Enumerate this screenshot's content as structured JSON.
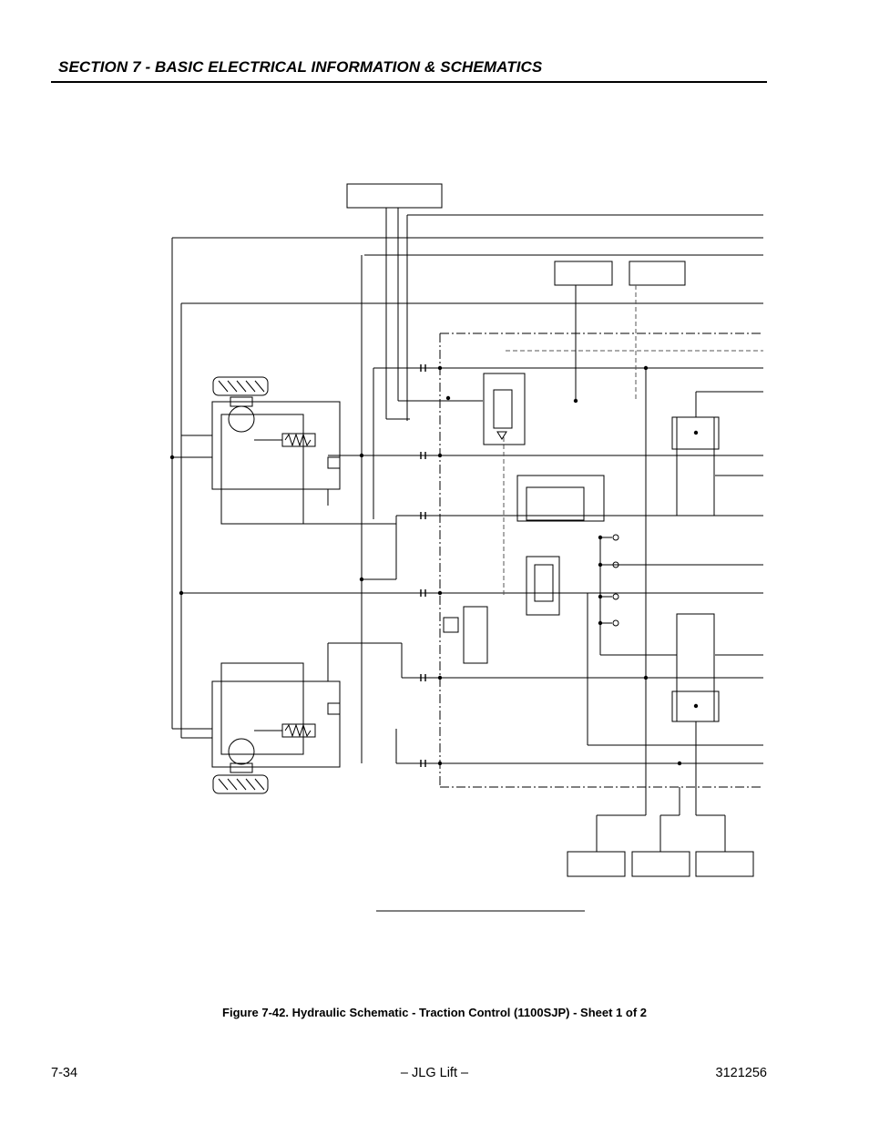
{
  "header": {
    "section_title": "SECTION 7 - BASIC ELECTRICAL INFORMATION & SCHEMATICS"
  },
  "figure": {
    "caption": "Figure 7-42.  Hydraulic Schematic - Traction Control (1100SJP) - Sheet 1 of 2",
    "icons": [
      "hydraulic-motor-icon",
      "tire-icon",
      "solenoid-valve-icon",
      "spring-icon",
      "orifice-icon",
      "check-valve-icon"
    ]
  },
  "footer": {
    "page_number": "7-34",
    "publisher": "– JLG Lift –",
    "doc_number": "3121256"
  }
}
